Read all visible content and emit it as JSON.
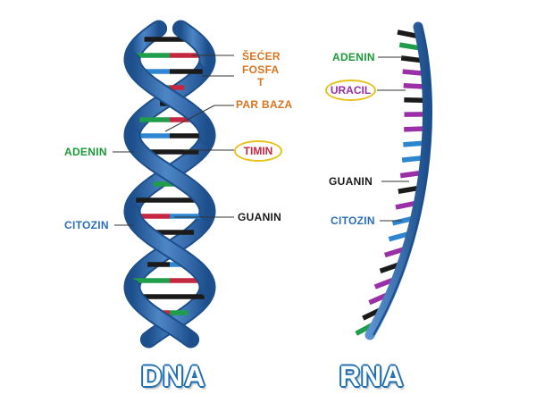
{
  "colors": {
    "backbone": "#3a6fb0",
    "backbone_dark": "#1d4f8c",
    "black": "#1a1a1a",
    "red": "#c4273f",
    "green": "#1f9d4a",
    "blue": "#2f86d0",
    "purple": "#9b2fa8",
    "orange_label": "#d9741f",
    "green_label": "#1a9a3a",
    "purple_label": "#9b2fa8",
    "blue_label": "#2a6fb8",
    "red_label": "#c4273f",
    "oval_border": "#e6c21a"
  },
  "dna": {
    "title": "DNA",
    "labels": {
      "secer": "ŠEĆER",
      "fosfat": "FOSFA\nT",
      "par_baza": "PAR BAZA",
      "timin": "TIMIN",
      "adenin": "ADENIN",
      "citozin": "CITOZIN",
      "guanin": "GUANIN"
    }
  },
  "rna": {
    "title": "RNA",
    "labels": {
      "adenin": "ADENIN",
      "uracil": "URACIL",
      "guanin": "GUANIN",
      "citozin": "CITOZIN"
    }
  }
}
